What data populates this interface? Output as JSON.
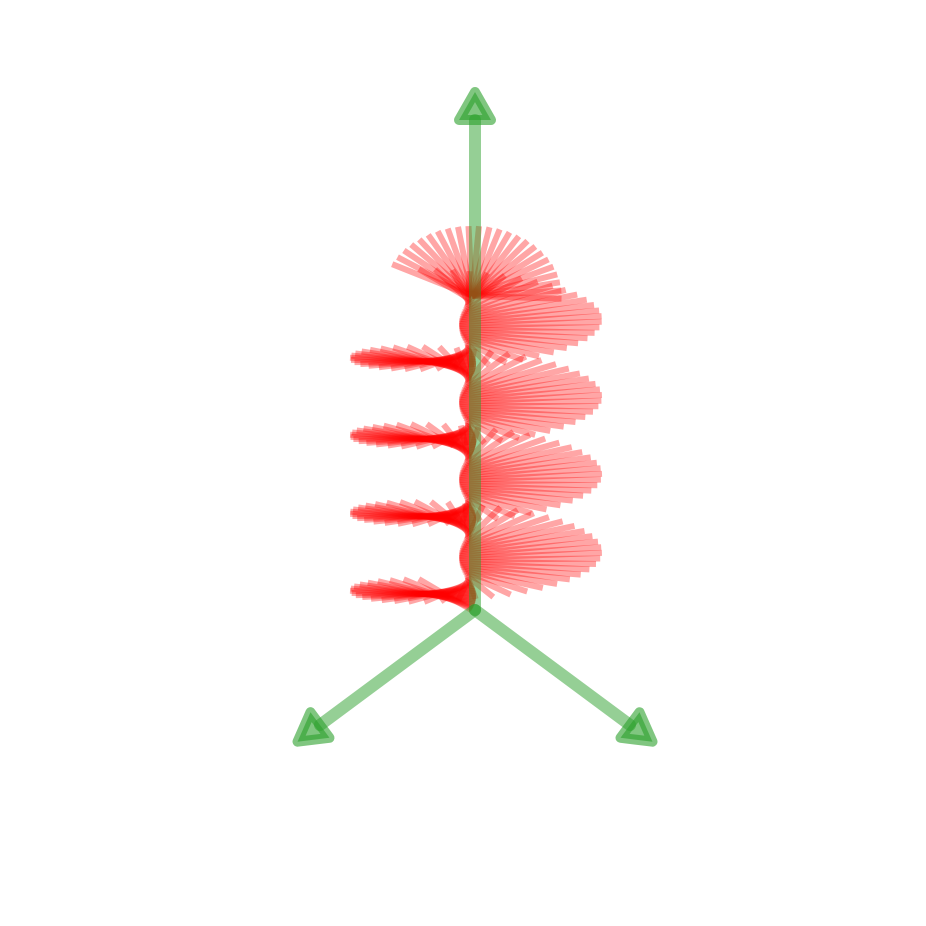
{
  "colors": {
    "background": "#ffffff",
    "axis": "#2ca02c",
    "spoke": "#ff0000"
  },
  "axes": [
    {
      "name": "vertical-axis",
      "direction": "up"
    },
    {
      "name": "left-axis",
      "direction": "down-left"
    },
    {
      "name": "right-axis",
      "direction": "down-right"
    }
  ],
  "helix": {
    "turns": 4,
    "spokes": 180,
    "spoke_opacity": 0.35
  }
}
